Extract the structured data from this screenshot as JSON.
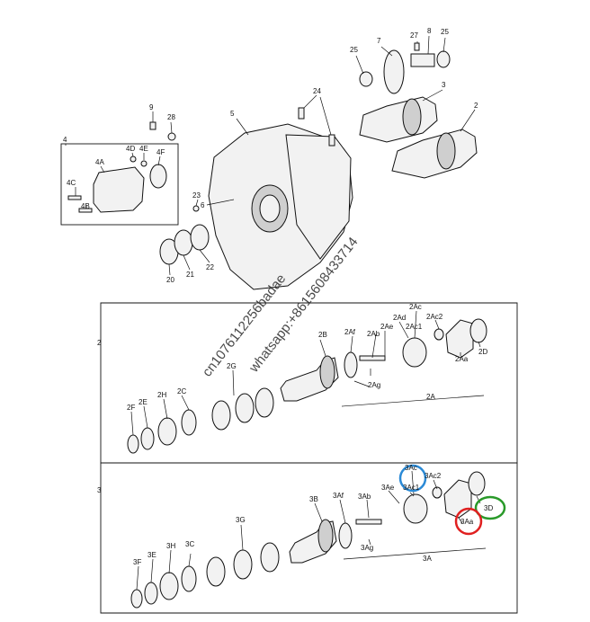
{
  "callouts": [
    {
      "id": "c25a",
      "text": "25"
    },
    {
      "id": "c7",
      "text": "7"
    },
    {
      "id": "c27",
      "text": "27"
    },
    {
      "id": "c8",
      "text": "8"
    },
    {
      "id": "c25b",
      "text": "25"
    },
    {
      "id": "c3top",
      "text": "3"
    },
    {
      "id": "c2top",
      "text": "2"
    },
    {
      "id": "c24",
      "text": "24"
    },
    {
      "id": "c9",
      "text": "9"
    },
    {
      "id": "c28",
      "text": "28"
    },
    {
      "id": "c5",
      "text": "5"
    },
    {
      "id": "c4",
      "text": "4"
    },
    {
      "id": "c4D",
      "text": "4D"
    },
    {
      "id": "c4E",
      "text": "4E"
    },
    {
      "id": "c4F",
      "text": "4F"
    },
    {
      "id": "c4A",
      "text": "4A"
    },
    {
      "id": "c4C",
      "text": "4C"
    },
    {
      "id": "c4B",
      "text": "4B"
    },
    {
      "id": "c23",
      "text": "23"
    },
    {
      "id": "c6",
      "text": "6"
    },
    {
      "id": "c20",
      "text": "20"
    },
    {
      "id": "c21",
      "text": "21"
    },
    {
      "id": "c22",
      "text": "22"
    },
    {
      "id": "p2",
      "text": "2"
    },
    {
      "id": "p2Ac",
      "text": "2Ac"
    },
    {
      "id": "p2Ad",
      "text": "2Ad"
    },
    {
      "id": "p2Ac2",
      "text": "2Ac2"
    },
    {
      "id": "p2Af",
      "text": "2Af"
    },
    {
      "id": "p2Ae",
      "text": "2Ae"
    },
    {
      "id": "p2Ab",
      "text": "2Ab"
    },
    {
      "id": "p2Ac1",
      "text": "2Ac1"
    },
    {
      "id": "p2B",
      "text": "2B"
    },
    {
      "id": "p2D",
      "text": "2D"
    },
    {
      "id": "p2Aa",
      "text": "2Aa"
    },
    {
      "id": "p2G",
      "text": "2G"
    },
    {
      "id": "p2Ag",
      "text": "2Ag"
    },
    {
      "id": "p2H",
      "text": "2H"
    },
    {
      "id": "p2C",
      "text": "2C"
    },
    {
      "id": "p2E",
      "text": "2E"
    },
    {
      "id": "p2F",
      "text": "2F"
    },
    {
      "id": "p2A",
      "text": "2A"
    },
    {
      "id": "p3",
      "text": "3"
    },
    {
      "id": "p3Ac",
      "text": "3Ac"
    },
    {
      "id": "p3Ae",
      "text": "3Ae"
    },
    {
      "id": "p3Ac2",
      "text": "3Ac2"
    },
    {
      "id": "p3Ac1",
      "text": "3Ac1"
    },
    {
      "id": "p3Ab",
      "text": "3Ab"
    },
    {
      "id": "p3Af",
      "text": "3Af"
    },
    {
      "id": "p3B",
      "text": "3B"
    },
    {
      "id": "p3D",
      "text": "3D"
    },
    {
      "id": "p3Aa",
      "text": "3Aa"
    },
    {
      "id": "p3G",
      "text": "3G"
    },
    {
      "id": "p3H",
      "text": "3H"
    },
    {
      "id": "p3C",
      "text": "3C"
    },
    {
      "id": "p3E",
      "text": "3E"
    },
    {
      "id": "p3F",
      "text": "3F"
    },
    {
      "id": "p3Ag",
      "text": "3Ag"
    },
    {
      "id": "p3A",
      "text": "3A"
    }
  ],
  "watermark": {
    "line1": "cn1076112256badae",
    "line2": "whatsapp:+8615608433714"
  },
  "highlight_colors": {
    "blue": "#2b8ad6",
    "green": "#2a9a2a",
    "red": "#e02020"
  }
}
